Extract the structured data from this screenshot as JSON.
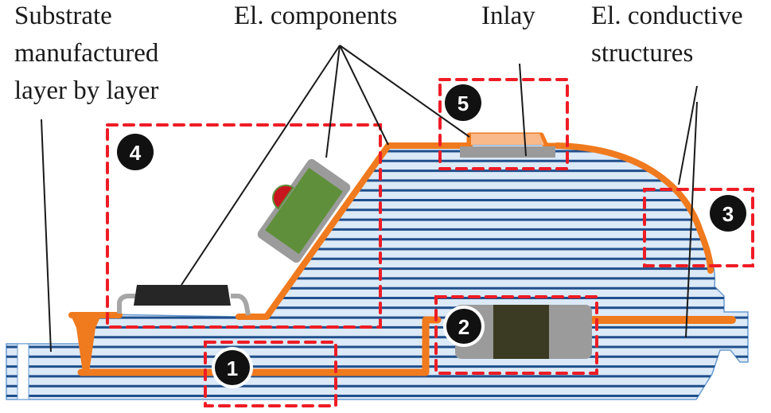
{
  "labels": {
    "substrate": [
      "Substrate",
      "manufactured",
      "layer by layer"
    ],
    "components": "El. components",
    "inlay": "Inlay",
    "conductive": [
      "El. conductive",
      "structures"
    ]
  },
  "regions": [
    {
      "id": "1",
      "text": "1"
    },
    {
      "id": "2",
      "text": "2"
    },
    {
      "id": "3",
      "text": "3"
    },
    {
      "id": "4",
      "text": "4"
    },
    {
      "id": "5",
      "text": "5"
    }
  ],
  "colors": {
    "substrate_fill": "#dce9f7",
    "layer_line": "#1f4f8c",
    "conductor": "#f07a1e",
    "inlay_top": "#f9b98a",
    "inlay_body": "#9a9a9a",
    "dashed_box": "#ee1c25",
    "component_black": "#262626",
    "component_green": "#5f8f3a",
    "component_red": "#c8161e",
    "resistor_body": "#3b3a22",
    "terminal_gray": "#9b9b9b",
    "badge": "#111111"
  }
}
